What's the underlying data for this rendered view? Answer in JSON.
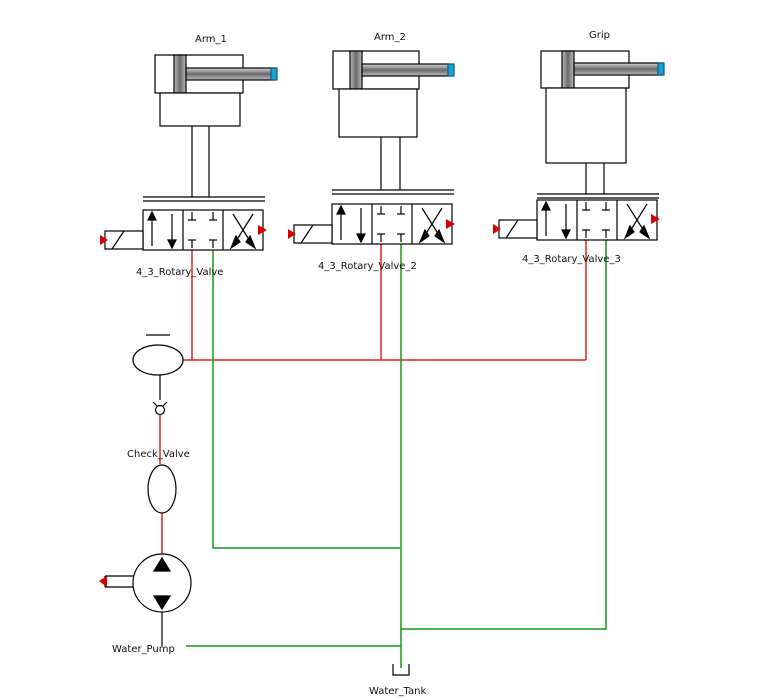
{
  "diagram": {
    "components": {
      "arm1_label": "Arm_1",
      "arm2_label": "Arm_2",
      "grip_label": "Grip",
      "valve1_label": "4_3_Rotary_Valve",
      "valve2_label": "4_3_Rotary_Valve_2",
      "valve3_label": "4_3_Rotary_Valve_3",
      "check_valve_label": "Check_Valve",
      "pump_label": "Water_Pump",
      "tank_label": "Water_Tank"
    },
    "colors": {
      "pressure_line": "#e8201c",
      "return_line": "#169a16",
      "symbol": "#000000",
      "rod_tip": "#1aa3d6",
      "port_marker": "#d90000"
    }
  }
}
